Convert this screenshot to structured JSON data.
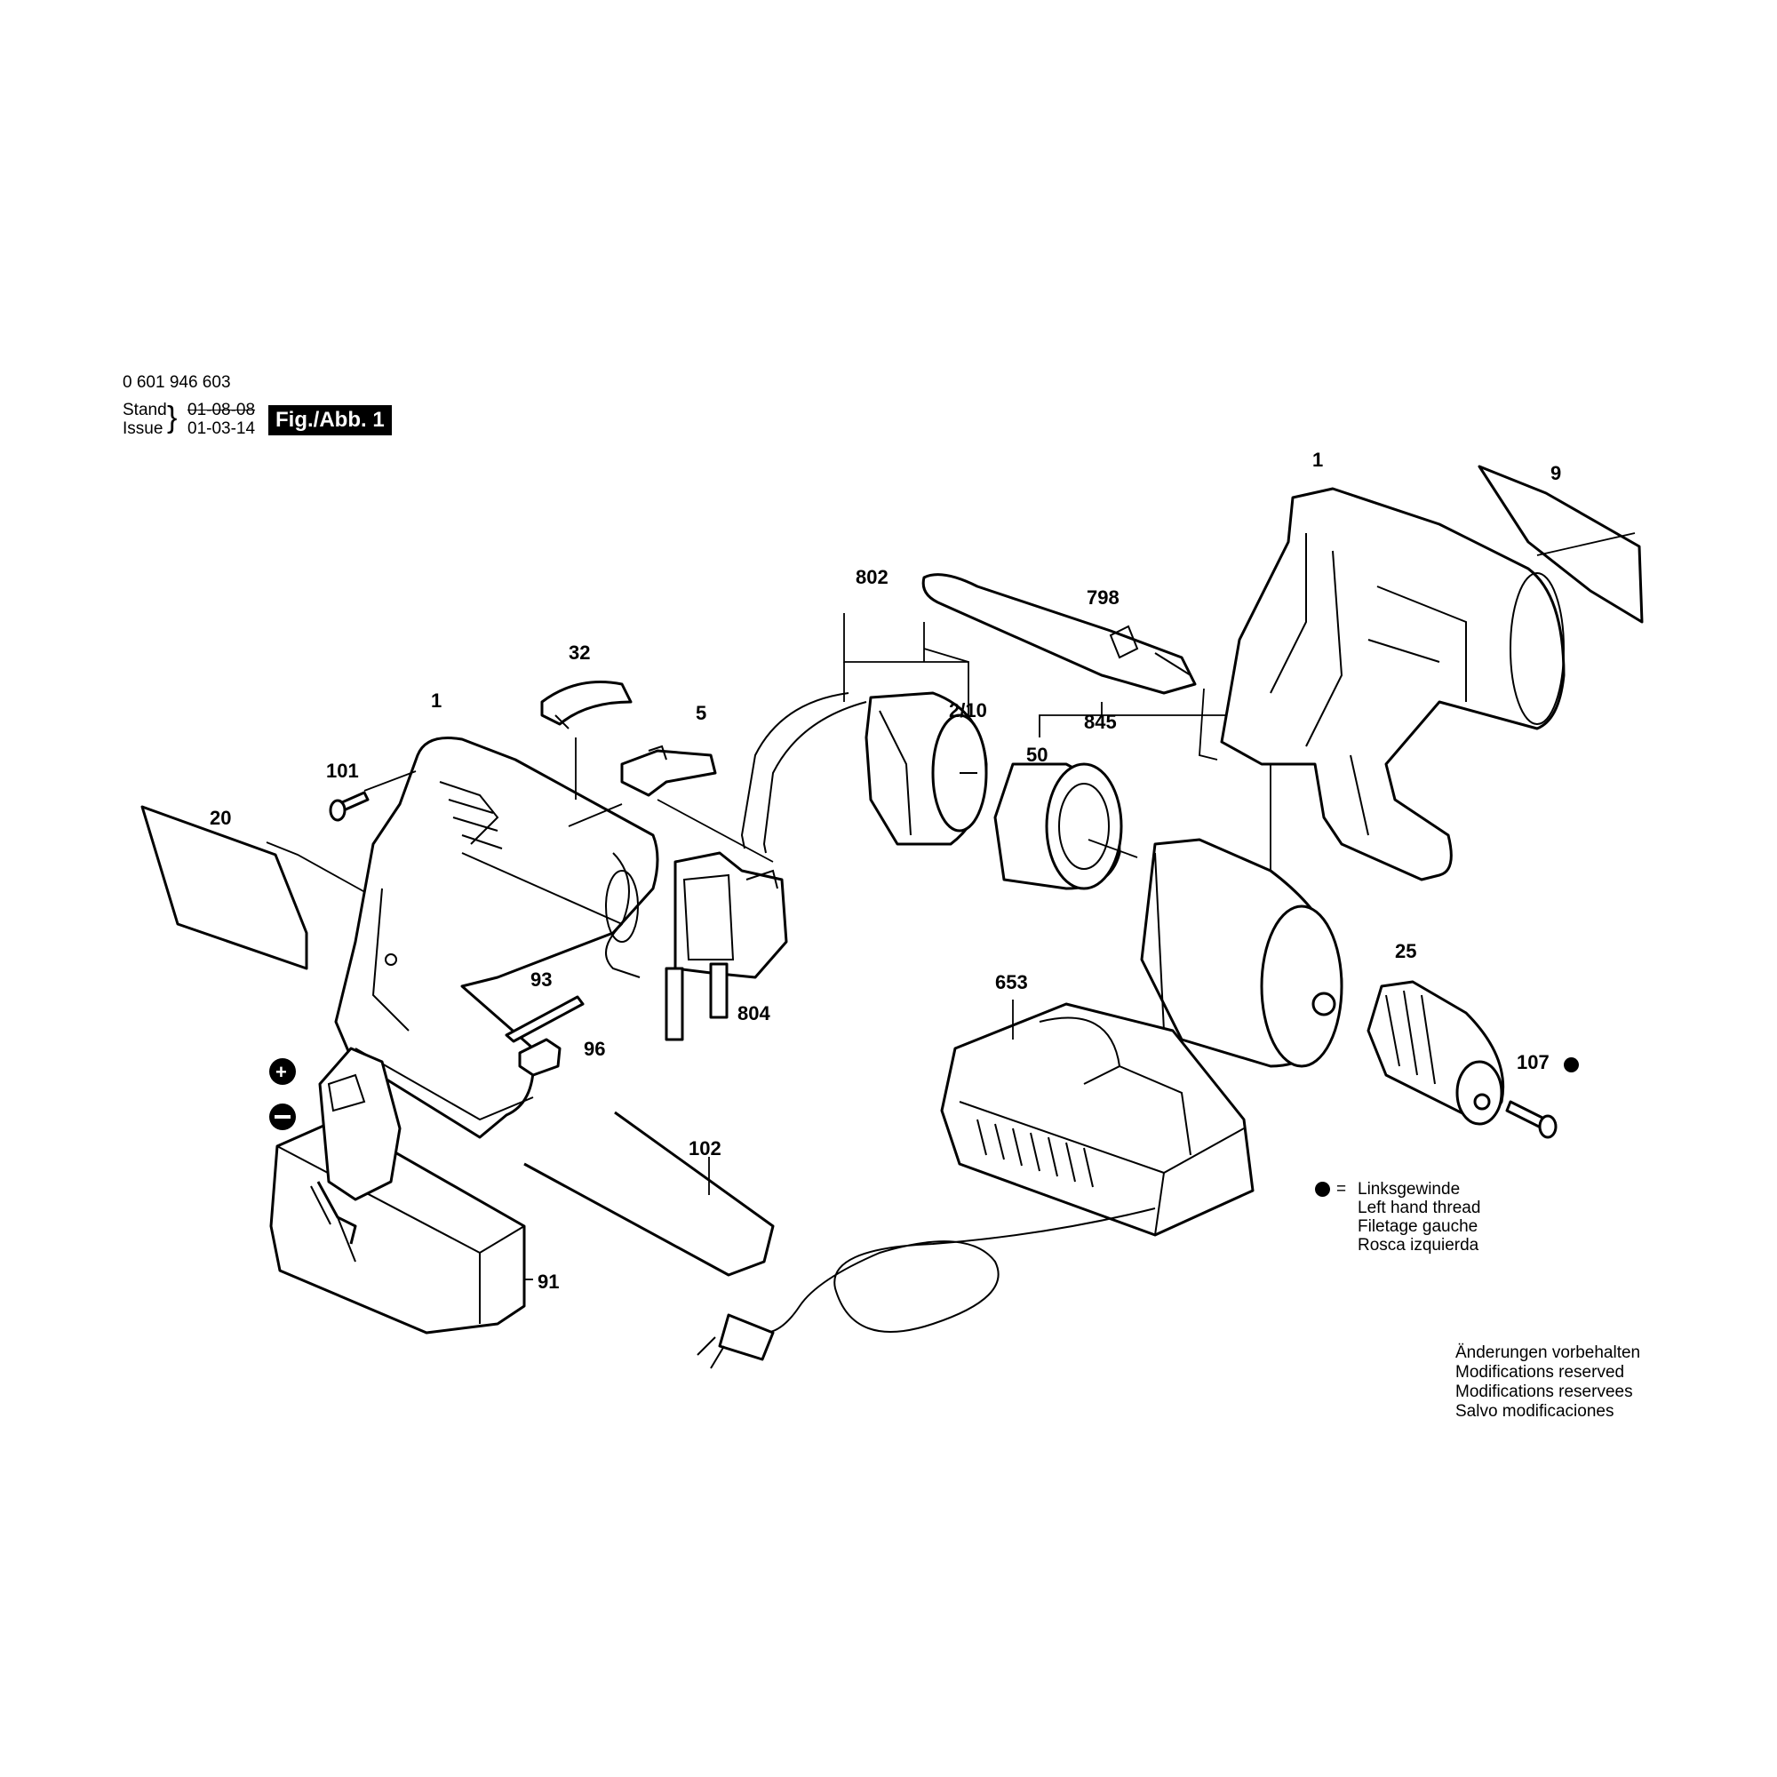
{
  "header": {
    "doc_number": "0 601 946 603",
    "stand_label": "Stand",
    "issue_label": "Issue",
    "stand_date": "01-08-08",
    "issue_date": "01-03-14",
    "figure_label": "Fig./Abb. 1"
  },
  "part_labels": {
    "p1_left": "1",
    "p1_right": "1",
    "p9": "9",
    "p798": "798",
    "p802": "802",
    "p32": "32",
    "p5": "5",
    "p2_10": "2/10",
    "p845": "845",
    "p50": "50",
    "p101": "101",
    "p20": "20",
    "p93": "93",
    "p96": "96",
    "p804": "804",
    "p653": "653",
    "p25": "25",
    "p107": "107",
    "p102": "102",
    "p91": "91"
  },
  "legend": {
    "symbol": "=",
    "lines": [
      "Linksgewinde",
      "Left hand thread",
      "Filetage gauche",
      "Rosca izquierda"
    ]
  },
  "notice": {
    "lines": [
      "Änderungen vorbehalten",
      "Modifications reserved",
      "Modifications reservees",
      "Salvo modificaciones"
    ]
  }
}
